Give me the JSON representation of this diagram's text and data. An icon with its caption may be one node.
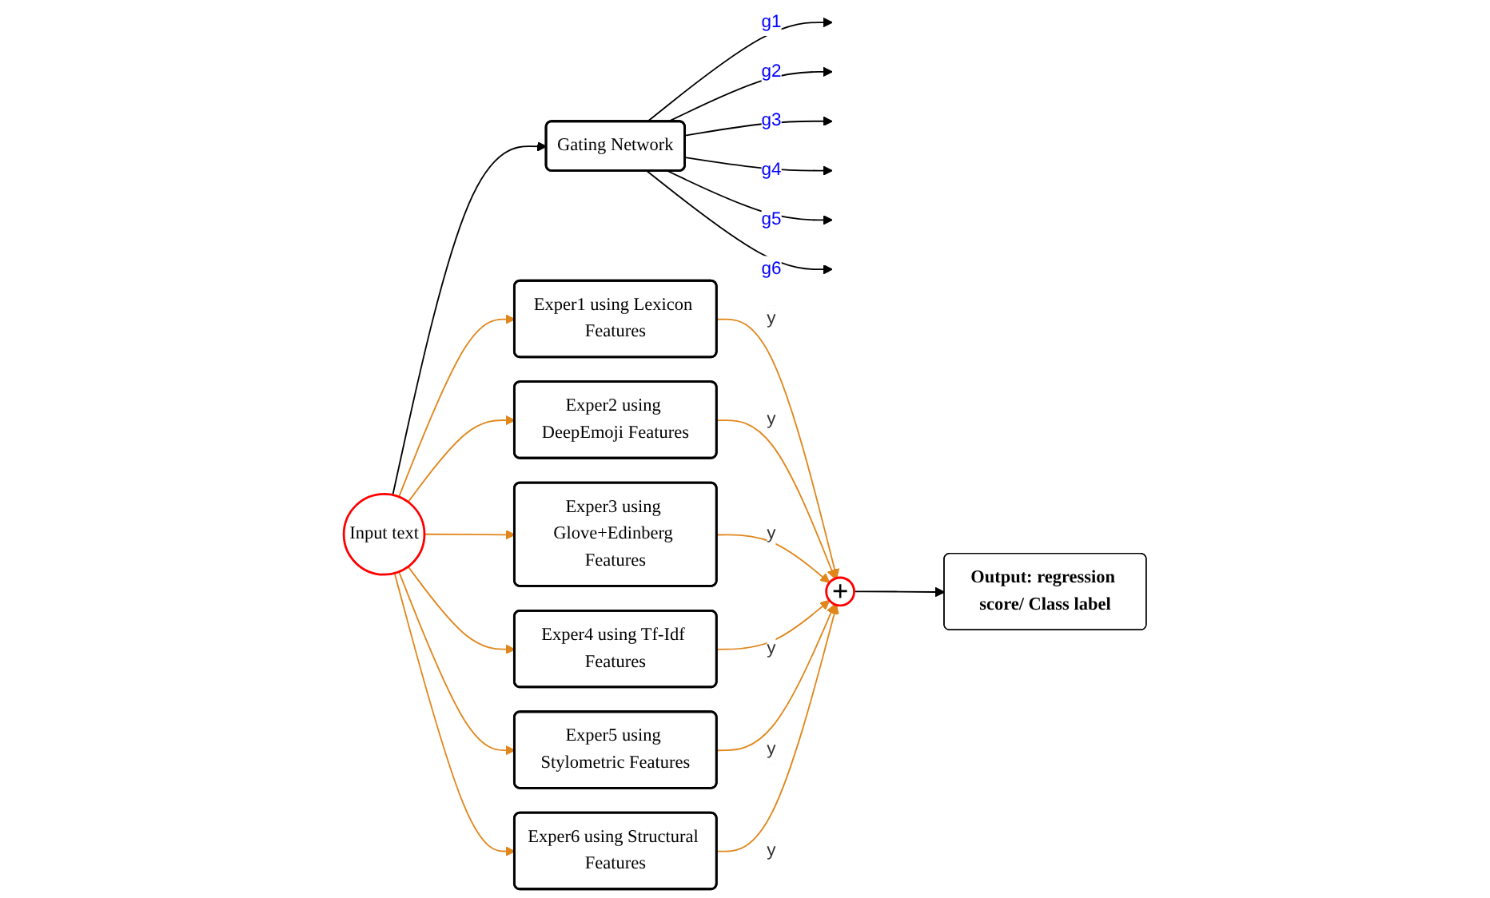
{
  "diagram": {
    "nodes": [
      {
        "text": [
          "Input text"
        ]
      },
      {
        "text": [
          "Gating Network"
        ]
      },
      {
        "text": [
          "Exper1 using Lexicon Features"
        ]
      },
      {
        "text": [
          "Exper2 using DeepEmoji Features"
        ]
      },
      {
        "text": [
          "Exper3 using Glove+Edinberg Features"
        ]
      },
      {
        "text": [
          "Exper4 using Tf-Idf Features"
        ]
      },
      {
        "text": [
          "Exper5 using Stylometric Features"
        ]
      },
      {
        "text": [
          "Exper6 using Structural Features"
        ]
      },
      {
        "text": [
          "+"
        ]
      },
      {
        "text": [
          "Output: regression score/ Class label"
        ]
      }
    ],
    "edges": [
      {
        "from": 0,
        "to": 1,
        "arrow": "to",
        "color": "#000000"
      },
      {
        "from": 0,
        "to": 2,
        "arrow": "to"
      },
      {
        "from": 0,
        "to": 3,
        "arrow": "to"
      },
      {
        "from": 0,
        "to": 4,
        "arrow": "to"
      },
      {
        "from": 0,
        "to": 5,
        "arrow": "to"
      },
      {
        "from": 0,
        "to": 6,
        "arrow": "to"
      },
      {
        "from": 0,
        "to": 7,
        "arrow": "to"
      },
      {
        "from": 1,
        "to": null,
        "arrow": "to",
        "label": "g1",
        "color": "#000000"
      },
      {
        "from": 1,
        "to": null,
        "arrow": "to",
        "label": "g2",
        "color": "#000000"
      },
      {
        "from": 1,
        "to": null,
        "arrow": "to",
        "label": "g3",
        "color": "#000000"
      },
      {
        "from": 1,
        "to": null,
        "arrow": "to",
        "label": "g4",
        "color": "#000000"
      },
      {
        "from": 1,
        "to": null,
        "arrow": "to",
        "label": "g5",
        "color": "#000000"
      },
      {
        "from": 1,
        "to": null,
        "arrow": "to",
        "label": "g6",
        "color": "#000000"
      },
      {
        "from": 2,
        "to": 8,
        "arrow": "to",
        "label": "y"
      },
      {
        "from": 3,
        "to": 8,
        "arrow": "to",
        "label": "y"
      },
      {
        "from": 4,
        "to": 8,
        "arrow": "to",
        "label": "y"
      },
      {
        "from": 5,
        "to": 8,
        "arrow": "to",
        "label": "y"
      },
      {
        "from": 6,
        "to": 8,
        "arrow": "to",
        "label": "y"
      },
      {
        "from": 7,
        "to": 8,
        "arrow": "to",
        "label": "y"
      },
      {
        "from": 8,
        "to": 9,
        "arrow": "to",
        "color": "#000000"
      }
    ]
  }
}
